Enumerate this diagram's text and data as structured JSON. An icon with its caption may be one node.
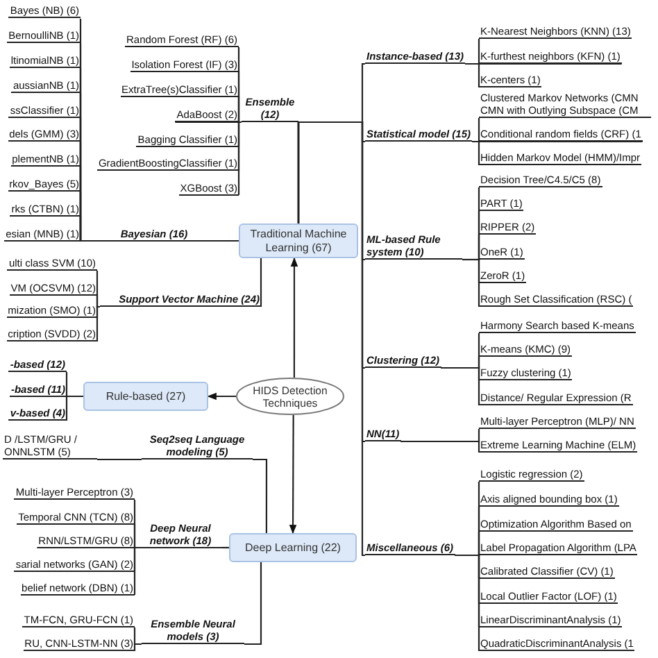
{
  "diagram": {
    "nodes": [
      {
        "text": [
          "Bayes (NB) (6)"
        ]
      },
      {
        "text": [
          "BernoulliNB (1)"
        ]
      },
      {
        "text": [
          "ltinomialNB (1)"
        ]
      },
      {
        "text": [
          "aussianNB (1)"
        ]
      },
      {
        "text": [
          "ssClassifier (1)"
        ]
      },
      {
        "text": [
          "dels (GMM) (3)"
        ]
      },
      {
        "text": [
          "plementNB (1)"
        ]
      },
      {
        "text": [
          "rkov_Bayes (5)"
        ]
      },
      {
        "text": [
          "rks (CTBN) (1)"
        ]
      },
      {
        "text": [
          "esian (MNB) (1)"
        ]
      },
      {
        "text": [
          "Random Forest (RF) (6)"
        ]
      },
      {
        "text": [
          "Isolation Forest (IF) (3)"
        ]
      },
      {
        "text": [
          "ExtraTree(s)Classifier (1)"
        ]
      },
      {
        "text": [
          "AdaBoost (2)"
        ]
      },
      {
        "text": [
          "Bagging Classifier (1)"
        ]
      },
      {
        "text": [
          "GradientBoostingClassifier (1)"
        ]
      },
      {
        "text": [
          "XGBoost (3)"
        ]
      },
      {
        "text": [
          "Ensemble (12)"
        ]
      },
      {
        "text": [
          "Bayesian (16)"
        ]
      },
      {
        "text": [
          "Traditional Machine Learning (67)"
        ]
      },
      {
        "text": [
          "ulti class SVM (10)"
        ]
      },
      {
        "text": [
          "VM (OCSVM) (12)"
        ]
      },
      {
        "text": [
          "mization (SMO) (1)"
        ]
      },
      {
        "text": [
          "cription (SVDD) (2)"
        ]
      },
      {
        "text": [
          "Support Vector Machine (24)"
        ]
      },
      {
        "text": [
          "-based (12)"
        ]
      },
      {
        "text": [
          "-based (11)"
        ]
      },
      {
        "text": [
          "v-based (4)"
        ]
      },
      {
        "text": [
          "Rule-based (27)"
        ]
      },
      {
        "text": [
          "HIDS Detection Techniques"
        ]
      },
      {
        "text": [
          "D /LSTM/GRU / ONNLSTM (5)"
        ]
      },
      {
        "text": [
          "Seq2seq Language modeling (5)"
        ]
      },
      {
        "text": [
          "Multi-layer Perceptron (3)"
        ]
      },
      {
        "text": [
          "Temporal CNN (TCN) (8)"
        ]
      },
      {
        "text": [
          "RNN/LSTM/GRU (8)"
        ]
      },
      {
        "text": [
          "sarial networks (GAN) (2)"
        ]
      },
      {
        "text": [
          "belief network (DBN) (1)"
        ]
      },
      {
        "text": [
          "Deep Neural network (18)"
        ]
      },
      {
        "text": [
          "Deep Learning (22)"
        ]
      },
      {
        "text": [
          "TM-FCN, GRU-FCN (1)"
        ]
      },
      {
        "text": [
          "RU, CNN-LSTM-NN (3)"
        ]
      },
      {
        "text": [
          "Ensemble Neural models (3)"
        ]
      },
      {
        "text": [
          "Instance-based (13)"
        ]
      },
      {
        "text": [
          "K-Nearest Neighbors (KNN) (13)"
        ]
      },
      {
        "text": [
          "K-furthest neighbors (KFN) (1)"
        ]
      },
      {
        "text": [
          "K-centers (1)"
        ]
      },
      {
        "text": [
          "Statistical model (15)"
        ]
      },
      {
        "text": [
          "Clustered Markov Networks (CMN CMN with Outlying Subspace (CM"
        ]
      },
      {
        "text": [
          "Conditional random fields (CRF) (1"
        ]
      },
      {
        "text": [
          "Hidden Markov Model (HMM)/Impr"
        ]
      },
      {
        "text": [
          "ML-based Rule system (10)"
        ]
      },
      {
        "text": [
          "Decision Tree/C4.5/C5 (8)"
        ]
      },
      {
        "text": [
          "PART (1)"
        ]
      },
      {
        "text": [
          "RIPPER (2)"
        ]
      },
      {
        "text": [
          "OneR (1)"
        ]
      },
      {
        "text": [
          "ZeroR (1)"
        ]
      },
      {
        "text": [
          "Rough Set Classification (RSC) ("
        ]
      },
      {
        "text": [
          "Clustering (12)"
        ]
      },
      {
        "text": [
          "Harmony Search based K-means"
        ]
      },
      {
        "text": [
          "K-means (KMC) (9)"
        ]
      },
      {
        "text": [
          "Fuzzy clustering (1)"
        ]
      },
      {
        "text": [
          "Distance/ Regular Expression (R"
        ]
      },
      {
        "text": [
          "NN(11)"
        ]
      },
      {
        "text": [
          "Multi-layer Perceptron (MLP)/ NN"
        ]
      },
      {
        "text": [
          "Extreme Learning Machine (ELM)"
        ]
      },
      {
        "text": [
          "Miscellaneous (6)"
        ]
      },
      {
        "text": [
          "Logistic regression (2)"
        ]
      },
      {
        "text": [
          "Axis aligned bounding box (1)"
        ]
      },
      {
        "text": [
          "Optimization Algorithm Based on"
        ]
      },
      {
        "text": [
          "Label Propagation Algorithm (LPA"
        ]
      },
      {
        "text": [
          "Calibrated Classifier (CV) (1)"
        ]
      },
      {
        "text": [
          "Local Outlier Factor (LOF) (1)"
        ]
      },
      {
        "text": [
          "LinearDiscriminantAnalysis (1)"
        ]
      },
      {
        "text": [
          "QuadraticDiscriminantAnalysis (1"
        ]
      }
    ],
    "edges": [
      {
        "from": 19,
        "to": 17,
        "arrow": "none"
      },
      {
        "from": 17,
        "to": 10,
        "arrow": "none"
      },
      {
        "from": 17,
        "to": 11,
        "arrow": "none"
      },
      {
        "from": 17,
        "to": 12,
        "arrow": "none"
      },
      {
        "from": 17,
        "to": 13,
        "arrow": "none"
      },
      {
        "from": 17,
        "to": 14,
        "arrow": "none"
      },
      {
        "from": 17,
        "to": 15,
        "arrow": "none"
      },
      {
        "from": 17,
        "to": 16,
        "arrow": "none"
      },
      {
        "from": 19,
        "to": 18,
        "arrow": "none"
      },
      {
        "from": 18,
        "to": 0,
        "arrow": "none"
      },
      {
        "from": 18,
        "to": 1,
        "arrow": "none"
      },
      {
        "from": 18,
        "to": 2,
        "arrow": "none"
      },
      {
        "from": 18,
        "to": 3,
        "arrow": "none"
      },
      {
        "from": 18,
        "to": 4,
        "arrow": "none"
      },
      {
        "from": 18,
        "to": 5,
        "arrow": "none"
      },
      {
        "from": 18,
        "to": 6,
        "arrow": "none"
      },
      {
        "from": 18,
        "to": 7,
        "arrow": "none"
      },
      {
        "from": 18,
        "to": 8,
        "arrow": "none"
      },
      {
        "from": 18,
        "to": 9,
        "arrow": "none"
      },
      {
        "from": 19,
        "to": 24,
        "arrow": "none"
      },
      {
        "from": 24,
        "to": 20,
        "arrow": "none"
      },
      {
        "from": 24,
        "to": 21,
        "arrow": "none"
      },
      {
        "from": 24,
        "to": 22,
        "arrow": "none"
      },
      {
        "from": 24,
        "to": 23,
        "arrow": "none"
      },
      {
        "from": 29,
        "to": 19,
        "arrow": "to"
      },
      {
        "from": 29,
        "to": 28,
        "arrow": "to"
      },
      {
        "from": 28,
        "to": 25,
        "arrow": "none"
      },
      {
        "from": 28,
        "to": 26,
        "arrow": "none"
      },
      {
        "from": 28,
        "to": 27,
        "arrow": "none"
      },
      {
        "from": 29,
        "to": 38,
        "arrow": "to"
      },
      {
        "from": 38,
        "to": 31,
        "arrow": "none"
      },
      {
        "from": 31,
        "to": 30,
        "arrow": "none"
      },
      {
        "from": 38,
        "to": 37,
        "arrow": "none"
      },
      {
        "from": 37,
        "to": 32,
        "arrow": "none"
      },
      {
        "from": 37,
        "to": 33,
        "arrow": "none"
      },
      {
        "from": 37,
        "to": 34,
        "arrow": "none"
      },
      {
        "from": 37,
        "to": 35,
        "arrow": "none"
      },
      {
        "from": 37,
        "to": 36,
        "arrow": "none"
      },
      {
        "from": 38,
        "to": 41,
        "arrow": "none"
      },
      {
        "from": 41,
        "to": 39,
        "arrow": "none"
      },
      {
        "from": 41,
        "to": 40,
        "arrow": "none"
      },
      {
        "from": 19,
        "to": 42,
        "arrow": "none"
      },
      {
        "from": 42,
        "to": 43,
        "arrow": "none"
      },
      {
        "from": 42,
        "to": 44,
        "arrow": "none"
      },
      {
        "from": 42,
        "to": 45,
        "arrow": "none"
      },
      {
        "from": 19,
        "to": 46,
        "arrow": "none"
      },
      {
        "from": 46,
        "to": 47,
        "arrow": "none"
      },
      {
        "from": 46,
        "to": 48,
        "arrow": "none"
      },
      {
        "from": 46,
        "to": 49,
        "arrow": "none"
      },
      {
        "from": 19,
        "to": 50,
        "arrow": "none"
      },
      {
        "from": 50,
        "to": 51,
        "arrow": "none"
      },
      {
        "from": 50,
        "to": 52,
        "arrow": "none"
      },
      {
        "from": 50,
        "to": 53,
        "arrow": "none"
      },
      {
        "from": 50,
        "to": 54,
        "arrow": "none"
      },
      {
        "from": 50,
        "to": 55,
        "arrow": "none"
      },
      {
        "from": 50,
        "to": 56,
        "arrow": "none"
      },
      {
        "from": 19,
        "to": 57,
        "arrow": "none"
      },
      {
        "from": 57,
        "to": 58,
        "arrow": "none"
      },
      {
        "from": 57,
        "to": 59,
        "arrow": "none"
      },
      {
        "from": 57,
        "to": 60,
        "arrow": "none"
      },
      {
        "from": 57,
        "to": 61,
        "arrow": "none"
      },
      {
        "from": 19,
        "to": 62,
        "arrow": "none"
      },
      {
        "from": 62,
        "to": 63,
        "arrow": "none"
      },
      {
        "from": 62,
        "to": 64,
        "arrow": "none"
      },
      {
        "from": 19,
        "to": 65,
        "arrow": "none"
      },
      {
        "from": 65,
        "to": 66,
        "arrow": "none"
      },
      {
        "from": 65,
        "to": 67,
        "arrow": "none"
      },
      {
        "from": 65,
        "to": 68,
        "arrow": "none"
      },
      {
        "from": 65,
        "to": 69,
        "arrow": "none"
      },
      {
        "from": 65,
        "to": 70,
        "arrow": "none"
      },
      {
        "from": 65,
        "to": 71,
        "arrow": "none"
      },
      {
        "from": 65,
        "to": 72,
        "arrow": "none"
      },
      {
        "from": 65,
        "to": 73,
        "arrow": "none"
      }
    ]
  }
}
